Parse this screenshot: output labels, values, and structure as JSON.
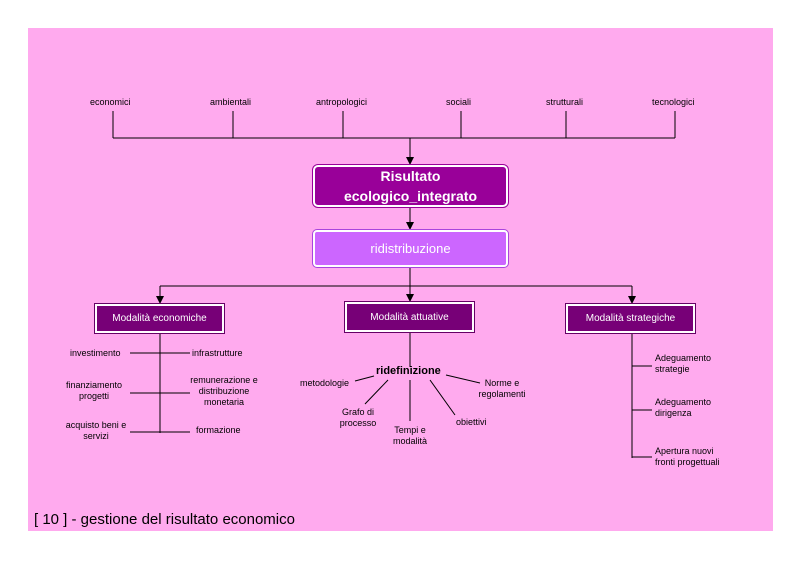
{
  "top_factors": [
    "economici",
    "ambientali",
    "antropologici",
    "sociali",
    "strutturali",
    "tecnologici"
  ],
  "result": {
    "line1": "Risultato",
    "line2": "ecologico_integrato"
  },
  "redistribution": "ridistribuzione",
  "modalities": {
    "economiche": {
      "title": "Modalità economiche",
      "left": [
        "investimento",
        "finanziamento progetti",
        "acquisto beni e servizi"
      ],
      "right": [
        "infrastrutture",
        "remunerazione e distribuzione monetaria",
        "formazione"
      ]
    },
    "attuative": {
      "title": "Modalità attuative",
      "center": "ridefinizione",
      "items": [
        "metodologie",
        "Grafo di processo",
        "Tempi e modalità",
        "obiettivi",
        "Norme e regolamenti"
      ]
    },
    "strategiche": {
      "title": "Modalità strategiche",
      "items": [
        "Adeguamento strategie",
        "Adeguamento dirigenza",
        "Apertura nuovi fronti progettuali"
      ]
    }
  },
  "caption": "[ 10 ] - gestione del risultato economico",
  "colors": {
    "background": "#ffaaee",
    "main_box": "#990099",
    "redistribution_box": "#cc66ff",
    "modality_box": "#770077"
  }
}
